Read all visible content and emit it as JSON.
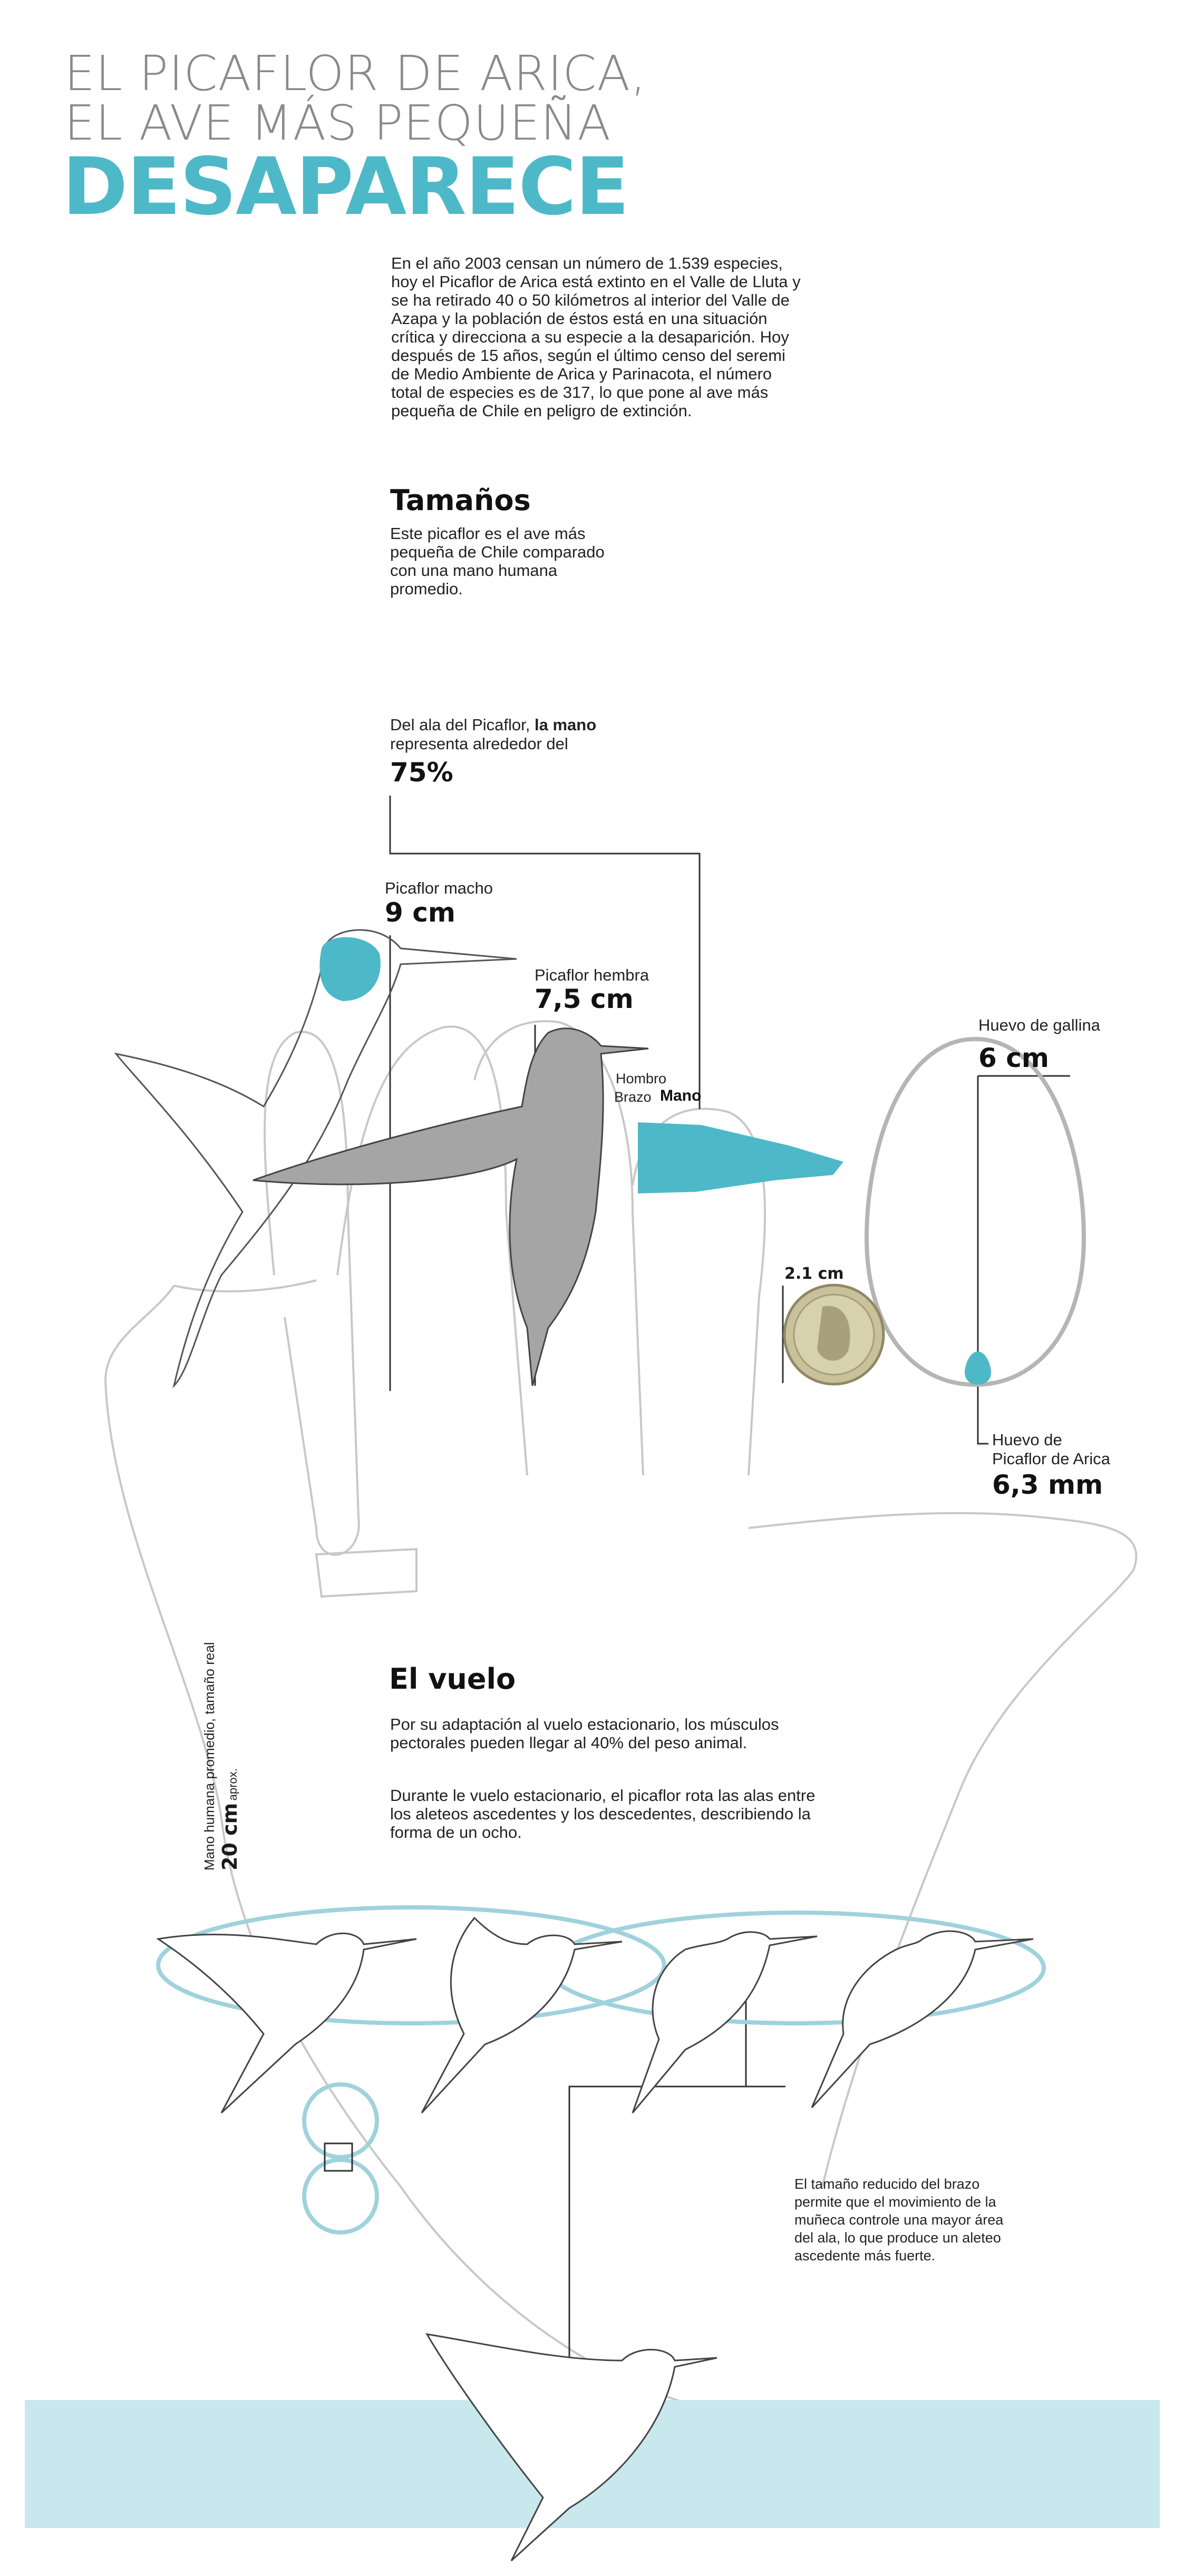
{
  "header": {
    "title_line1": "EL PICAFLOR DE ARICA,",
    "title_line2": "EL AVE MÁS PEQUEÑA",
    "title_emphasis": "DESAPARECE"
  },
  "intro": "En el año 2003 censan un número de 1.539 especies, hoy el Picaflor de Arica está extinto en el Valle de Lluta y se ha retirado 40 o 50 kilómetros al interior del Valle de Azapa y la población de éstos está en una situación crítica y direcciona a su especie a la desaparición. Hoy después de 15 años, según el último censo del seremi de Medio Ambiente de Arica y Parinacota, el número total de especies es de 317, lo que pone al ave más pequeña de Chile en peligro de extinción.",
  "sizes": {
    "heading": "Tamaños",
    "subtitle": "Este picaflor es el ave más pequeña de Chile comparado con una mano humana promedio.",
    "wing_note_pre": "Del ala del Picaflor, ",
    "wing_note_bold": "la mano",
    "wing_note_post": " representa alrededor del",
    "wing_percent": "75%",
    "male_label": "Picaflor macho",
    "male_size": "9 cm",
    "female_label": "Picaflor hembra",
    "female_size": "7,5 cm",
    "bone_shoulder": "Hombro",
    "bone_arm": "Brazo",
    "bone_hand": "Mano",
    "hen_egg_label": "Huevo de gallina",
    "hen_egg_size": "6 cm",
    "coin_size": "2.1 cm",
    "hummingbird_egg_label_1": "Huevo de",
    "hummingbird_egg_label_2": "Picaflor de Arica",
    "hummingbird_egg_size": "6,3 mm",
    "hand_label": "Mano humana  promedio, tamaño real",
    "hand_size": "20 cm",
    "hand_size_note": "aprox."
  },
  "flight": {
    "heading": "El vuelo",
    "paragraph1": "Por su adaptación al vuelo estacionario, los músculos pectorales pueden llegar al 40% del peso animal.",
    "paragraph2": "Durante le vuelo estacionario, el picaflor rota las alas entre los aleteos ascedentes y los descedentes, describiendo la forma de un ocho.",
    "wrist_note": "El tamaño reducido del brazo permite que el movimiento de la muñeca controle una mayor área del ala, lo que produce un aleteo ascedente más fuerte."
  },
  "colors": {
    "accent": "#4db8c8",
    "band": "#c9e8ee",
    "title_gray": "#8a8a8a"
  }
}
